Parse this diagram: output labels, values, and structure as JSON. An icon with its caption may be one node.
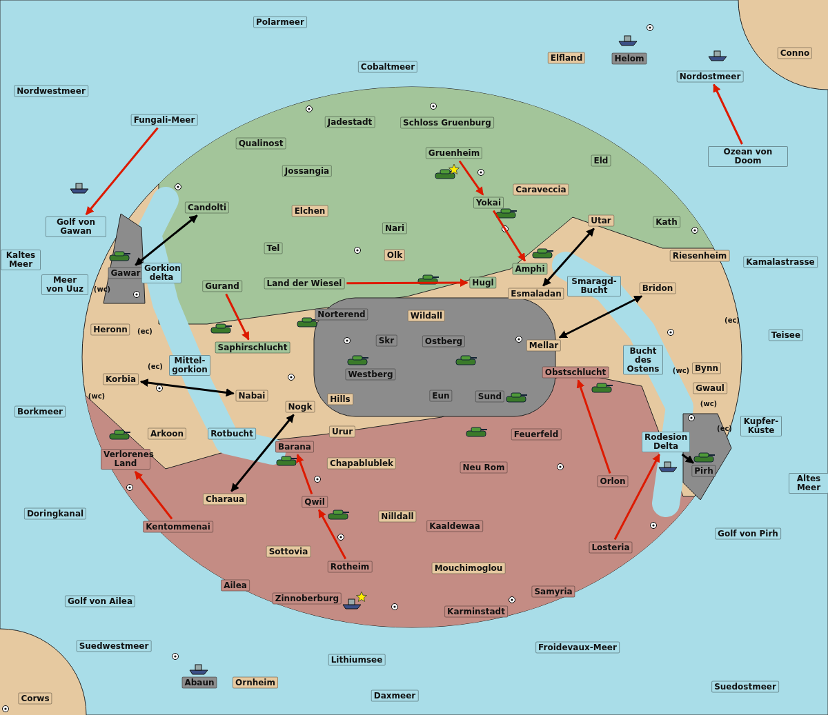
{
  "diagram": {
    "nodes": [
      {
        "text": [
          "Polarmeer"
        ]
      },
      {
        "text": [
          "Elfland"
        ]
      },
      {
        "text": [
          "Helom"
        ]
      },
      {
        "text": [
          "Conno"
        ]
      },
      {
        "text": [
          "Cobaltmeer"
        ]
      },
      {
        "text": [
          "Nordostmeer"
        ]
      },
      {
        "text": [
          "Nordwestmeer"
        ]
      },
      {
        "text": [
          "Fungali-Meer"
        ]
      },
      {
        "text": [
          "Jadestadt"
        ]
      },
      {
        "text": [
          "Schloss Gruenburg"
        ]
      },
      {
        "text": [
          "Qualinost"
        ]
      },
      {
        "text": [
          "Gruenheim"
        ]
      },
      {
        "text": [
          "Ozean von Doom"
        ]
      },
      {
        "text": [
          "Eld"
        ]
      },
      {
        "text": [
          "Jossangia"
        ]
      },
      {
        "text": [
          "Caraveccia"
        ]
      },
      {
        "text": [
          "Yokai"
        ]
      },
      {
        "text": [
          "Candolti"
        ]
      },
      {
        "text": [
          "Elchen"
        ]
      },
      {
        "text": [
          "Utar"
        ]
      },
      {
        "text": [
          "Kath"
        ]
      },
      {
        "text": [
          "Golf von Gawan"
        ]
      },
      {
        "text": [
          "Nari"
        ]
      },
      {
        "text": [
          "Tel"
        ]
      },
      {
        "text": [
          "Olk"
        ]
      },
      {
        "text": [
          "Riesenheim"
        ]
      },
      {
        "text": [
          "Kaltes Meer"
        ]
      },
      {
        "text": [
          "Amphi"
        ]
      },
      {
        "text": [
          "Kamalastrasse"
        ]
      },
      {
        "text": [
          "Gawar"
        ]
      },
      {
        "text": [
          "Gorkion delta"
        ]
      },
      {
        "text": [
          "Meer von Uuz"
        ]
      },
      {
        "text": [
          "Land der Wiesel"
        ]
      },
      {
        "text": [
          "Hugl"
        ]
      },
      {
        "text": [
          "Gurand"
        ]
      },
      {
        "text": [
          "Smaragd-Bucht"
        ]
      },
      {
        "text": [
          "Bridon"
        ]
      },
      {
        "text": [
          "Esmaladan"
        ]
      },
      {
        "text": [
          "Norterend"
        ]
      },
      {
        "text": [
          "Wildall"
        ]
      },
      {
        "text": [
          "Heronn"
        ]
      },
      {
        "text": [
          "Teisee"
        ]
      },
      {
        "text": [
          "Skr"
        ]
      },
      {
        "text": [
          "Ostberg"
        ]
      },
      {
        "text": [
          "Mellar"
        ]
      },
      {
        "text": [
          "Saphirschlucht"
        ]
      },
      {
        "text": [
          "Bucht des Ostens"
        ]
      },
      {
        "text": [
          "Mittel-gorkion"
        ]
      },
      {
        "text": [
          "Bynn"
        ]
      },
      {
        "text": [
          "Westberg"
        ]
      },
      {
        "text": [
          "Obstschlucht"
        ]
      },
      {
        "text": [
          "Korbia"
        ]
      },
      {
        "text": [
          "Gwaul"
        ]
      },
      {
        "text": [
          "Nabai"
        ]
      },
      {
        "text": [
          "Eun"
        ]
      },
      {
        "text": [
          "Sund"
        ]
      },
      {
        "text": [
          "Hills"
        ]
      },
      {
        "text": [
          "Nogk"
        ]
      },
      {
        "text": [
          "Borkmeer"
        ]
      },
      {
        "text": [
          "Kupfer-Küste"
        ]
      },
      {
        "text": [
          "Urur"
        ]
      },
      {
        "text": [
          "Feuerfeld"
        ]
      },
      {
        "text": [
          "Rotbucht"
        ]
      },
      {
        "text": [
          "Arkoon"
        ]
      },
      {
        "text": [
          "Rodesion Delta"
        ]
      },
      {
        "text": [
          "Barana"
        ]
      },
      {
        "text": [
          "Verlorenes Land"
        ]
      },
      {
        "text": [
          "Chapablublek"
        ]
      },
      {
        "text": [
          "Neu Rom"
        ]
      },
      {
        "text": [
          "Pirh"
        ]
      },
      {
        "text": [
          "Orlon"
        ]
      },
      {
        "text": [
          "Altes Meer"
        ]
      },
      {
        "text": [
          "Charaua"
        ]
      },
      {
        "text": [
          "Qwil"
        ]
      },
      {
        "text": [
          "Doringkanal"
        ]
      },
      {
        "text": [
          "Nilldall"
        ]
      },
      {
        "text": [
          "Kaaldewaa"
        ]
      },
      {
        "text": [
          "Kentommenai"
        ]
      },
      {
        "text": [
          "Golf von Pirh"
        ]
      },
      {
        "text": [
          "Losteria"
        ]
      },
      {
        "text": [
          "Sottovia"
        ]
      },
      {
        "text": [
          "Rotheim"
        ]
      },
      {
        "text": [
          "Mouchimoglou"
        ]
      },
      {
        "text": [
          "Ailea"
        ]
      },
      {
        "text": [
          "Samyria"
        ]
      },
      {
        "text": [
          "Zinnoberburg"
        ]
      },
      {
        "text": [
          "Golf von Ailea"
        ]
      },
      {
        "text": [
          "Karminstadt"
        ]
      },
      {
        "text": [
          "Suedwestmeer"
        ]
      },
      {
        "text": [
          "Froidevaux-Meer"
        ]
      },
      {
        "text": [
          "Abaun"
        ]
      },
      {
        "text": [
          "Ornheim"
        ]
      },
      {
        "text": [
          "Lithiumsee"
        ]
      },
      {
        "text": [
          "Suedostmeer"
        ]
      },
      {
        "text": [
          "Daxmeer"
        ]
      },
      {
        "text": [
          "Corws"
        ]
      }
    ],
    "edges": [
      {
        "from": 7,
        "to": 21,
        "arrow": "to"
      },
      {
        "from": 12,
        "to": 5,
        "arrow": "to"
      },
      {
        "from": 11,
        "to": 16,
        "arrow": "to"
      },
      {
        "from": 16,
        "to": 27,
        "arrow": "to"
      },
      {
        "from": 34,
        "to": 45,
        "arrow": "to"
      },
      {
        "from": 32,
        "to": 33,
        "arrow": "to"
      },
      {
        "from": 70,
        "to": 50,
        "arrow": "to"
      },
      {
        "from": 79,
        "to": 64,
        "arrow": "to"
      },
      {
        "from": 77,
        "to": 66,
        "arrow": "to"
      },
      {
        "from": 73,
        "to": 65,
        "arrow": "to"
      },
      {
        "from": 81,
        "to": 73,
        "arrow": "to"
      },
      {
        "from": 29,
        "to": 17,
        "arrow": "both",
        "color": "#000000"
      },
      {
        "from": 37,
        "to": 19,
        "arrow": "both",
        "color": "#000000"
      },
      {
        "from": 44,
        "to": 36,
        "arrow": "both",
        "color": "#000000"
      },
      {
        "from": 51,
        "to": 53,
        "arrow": "both",
        "color": "#000000"
      },
      {
        "from": 72,
        "to": 57,
        "arrow": "both",
        "color": "#000000"
      },
      {
        "from": 64,
        "to": 69,
        "arrow": "to",
        "color": "#000000"
      }
    ],
    "labels": [
      "(wc)",
      "(ec)",
      "(ec)",
      "(wc)",
      "(ec)",
      "(wc)",
      "(wc)",
      "(ec)"
    ]
  }
}
